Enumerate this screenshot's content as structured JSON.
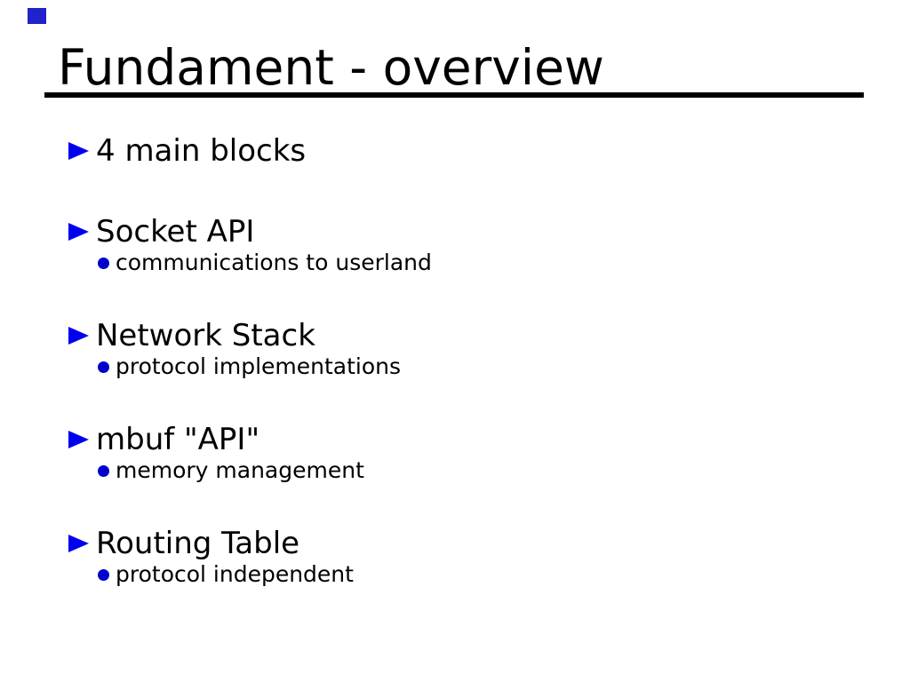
{
  "slide": {
    "title": "Fundament - overview",
    "items": [
      {
        "label": "4 main blocks",
        "sub": ""
      },
      {
        "label": "Socket API",
        "sub": "communications to userland"
      },
      {
        "label": "Network Stack",
        "sub": "protocol implementations"
      },
      {
        "label": "mbuf \"API\"",
        "sub": "memory management"
      },
      {
        "label": "Routing Table",
        "sub": "protocol independent"
      }
    ],
    "colors": {
      "triangle_bullet": "#0000ee",
      "dot_bullet": "#0000cc",
      "corner_square": "#2222cc",
      "text": "#000000",
      "rule": "#000000",
      "background": "#ffffff"
    }
  }
}
